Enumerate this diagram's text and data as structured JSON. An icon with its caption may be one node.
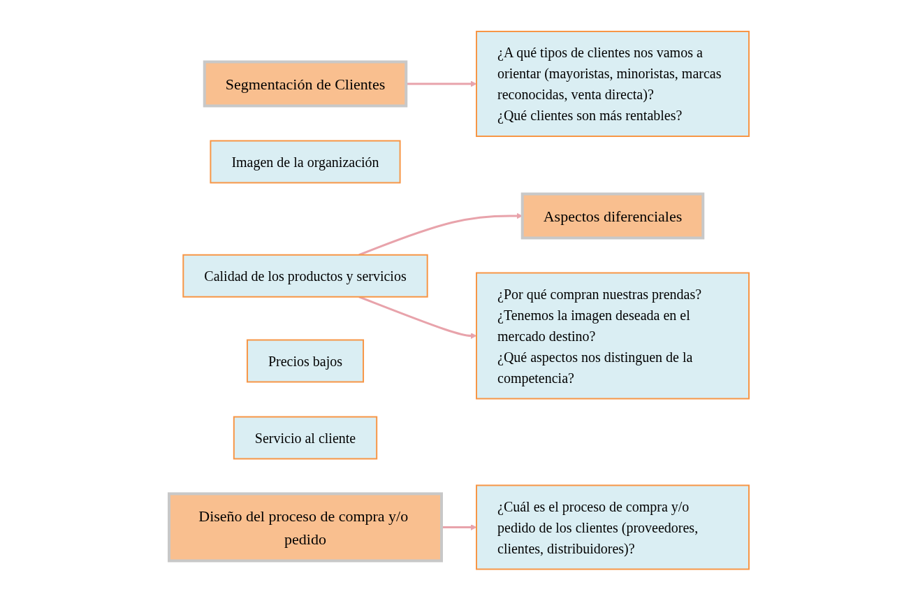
{
  "diagram": {
    "nodes": [
      {
        "text": [
          "Segmentación de Clientes"
        ]
      },
      {
        "text": [
          "¿A qué tipos de clientes nos vamos a orientar (mayoristas, minoristas, marcas reconocidas, venta directa)?",
          "¿Qué clientes son más rentables?"
        ]
      },
      {
        "text": [
          "Aspectos diferenciales"
        ]
      },
      {
        "text": [
          "Imagen de la organización"
        ]
      },
      {
        "text": [
          "Calidad de los productos y servicios"
        ]
      },
      {
        "text": [
          "Precios bajos"
        ]
      },
      {
        "text": [
          "Servicio al cliente"
        ]
      },
      {
        "text": [
          "¿Por qué compran nuestras prendas?",
          "¿Tenemos la imagen deseada en el mercado destino?",
          "¿Qué aspectos nos distinguen de la competencia?"
        ]
      },
      {
        "text": [
          "Diseño del proceso de compra y/o pedido"
        ]
      },
      {
        "text": [
          "¿Cuál es el proceso de compra y/o pedido de los clientes (proveedores, clientes, distribuidores)?"
        ]
      }
    ],
    "edges": [
      {
        "from": 0,
        "to": 1,
        "arrow": "to"
      },
      {
        "from": 4,
        "to": 2,
        "arrow": "to"
      },
      {
        "from": 4,
        "to": 7,
        "arrow": "to"
      },
      {
        "from": 8,
        "to": 9,
        "arrow": "to"
      }
    ]
  }
}
